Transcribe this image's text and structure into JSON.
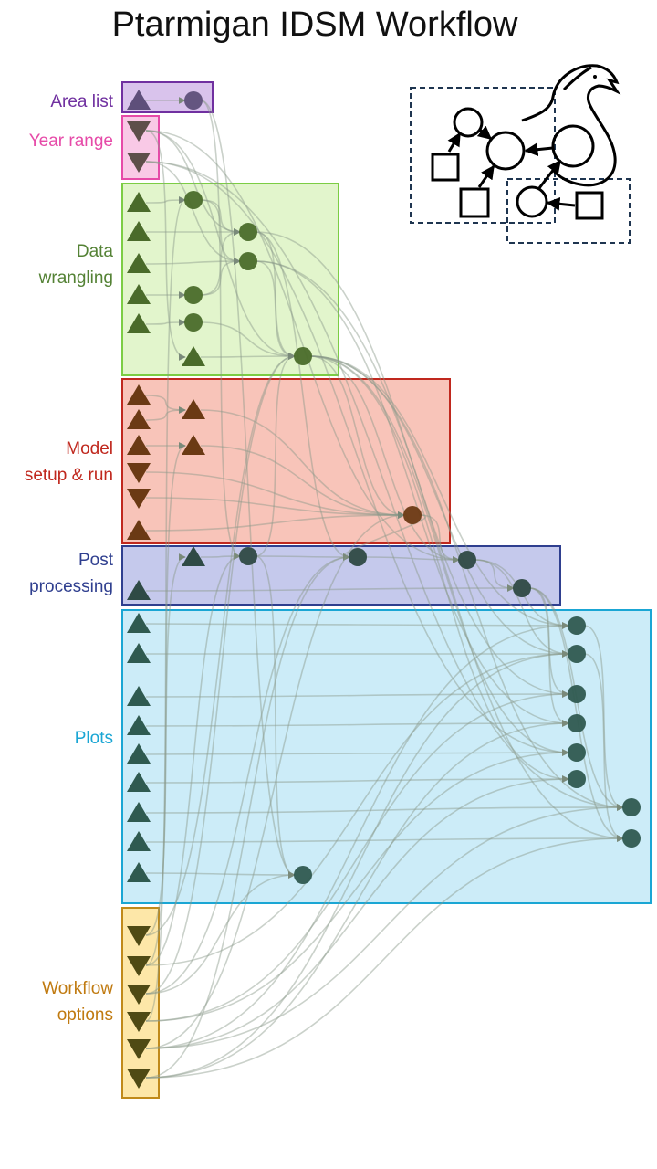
{
  "title": "Ptarmigan IDSM Workflow",
  "groups": [
    {
      "id": "area",
      "label": [
        "Area list"
      ],
      "color": "#7030a0",
      "fill": "#d9c3ec",
      "stroke": "#7030a0"
    },
    {
      "id": "year",
      "label": [
        "Year range"
      ],
      "color": "#e64aa8",
      "fill": "#f9c9e6",
      "stroke": "#e64aa8"
    },
    {
      "id": "wrangling",
      "label": [
        "Data",
        "wrangling"
      ],
      "color": "#548235",
      "fill": "#e2f5cc",
      "stroke": "#7ccd44"
    },
    {
      "id": "model",
      "label": [
        "Model",
        "setup & run"
      ],
      "color": "#c0281e",
      "fill": "#f8c4b9",
      "stroke": "#c0281e"
    },
    {
      "id": "post",
      "label": [
        "Post",
        "processing"
      ],
      "color": "#2f3f8f",
      "fill": "#c5c9ec",
      "stroke": "#2f3f8f"
    },
    {
      "id": "plots",
      "label": [
        "Plots"
      ],
      "color": "#1aa6d4",
      "fill": "#ccecf8",
      "stroke": "#1aa6d4"
    },
    {
      "id": "options",
      "label": [
        "Workflow",
        "options"
      ],
      "color": "#c07a10",
      "fill": "#fde7a8",
      "stroke": "#c08a1a"
    }
  ],
  "colors": {
    "edge": "#8a9a8a",
    "node_area": "#5e4f7a",
    "node_year": "#5e4f4a",
    "node_wrangling": "#4a6b2a",
    "node_model": "#6b3a14",
    "node_post": "#2f4a45",
    "node_plots": "#2f5a50",
    "node_options": "#4f4a14"
  },
  "logo": "ptarmigan-bird-logo"
}
